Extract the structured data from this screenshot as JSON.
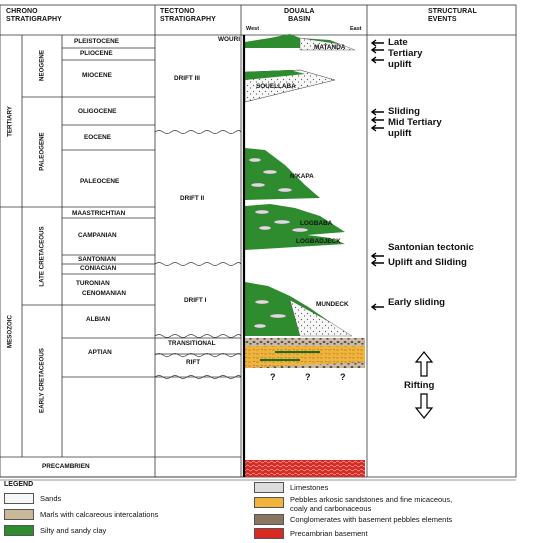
{
  "headers": {
    "chrono": [
      "CHRONO",
      "STRATIGRAPHY"
    ],
    "tectono": [
      "TECTONO",
      "STRATIGRAPHY"
    ],
    "basin": [
      "DOUALA",
      "BASIN"
    ],
    "basin_west": "West",
    "basin_east": "East",
    "structural": [
      "STRUCTURAL",
      "EVENTS"
    ]
  },
  "eras": {
    "tertiary": "TERTIARY",
    "mesozoic": "MESOZOIC"
  },
  "periods": {
    "neogene": "NEOGENE",
    "paleogene": "PALEOGENE",
    "late_cretaceous": "LATE CRETACEOUS",
    "early_cretaceous": "EARLY CRETACEOUS"
  },
  "stages": [
    "PLEISTOCENE",
    "PLIOCENE",
    "MIOCENE",
    "OLIGOCENE",
    "EOCENE",
    "PALEOCENE",
    "MAASTRICHTIAN",
    "CAMPANIAN",
    "SANTONIAN",
    "CONIACIAN",
    "TURONIAN",
    "CENOMANIAN",
    "ALBIAN",
    "APTIAN",
    "PRECAMBRIEN"
  ],
  "tectono": [
    "DRIFT III",
    "DRIFT II",
    "DRIFT I",
    "TRANSITIONAL",
    "RIFT"
  ],
  "formations": [
    "WOURI",
    "MATANDA",
    "SOUELLABA",
    "N'KAPA",
    "LOGBABA",
    "LOGBADJECK",
    "MUNDECK"
  ],
  "unknown_marks": [
    "?",
    "?",
    "?"
  ],
  "events": [
    [
      "Late",
      "Tertiary",
      "uplift"
    ],
    [
      "Sliding",
      "Mid Tertiary",
      "uplift"
    ],
    [
      "Santonian tectonic"
    ],
    [
      "Uplift and Sliding"
    ],
    [
      "Early sliding"
    ],
    [
      "Rifting"
    ]
  ],
  "legend": {
    "title": "LEGEND",
    "items": [
      {
        "label": "Sands",
        "color": "#f4f4f4"
      },
      {
        "label": "Marls with calcareous intercalations",
        "color": "#c9b89a"
      },
      {
        "label": "Silty and sandy clay",
        "color": "#2e8b2e"
      },
      {
        "label": "Limestones",
        "color": "#dcdcdc"
      },
      {
        "label": "Pebbles arkosic sandstones and fine micaceous,",
        "label2": "coaly and carbonaceous",
        "color": "#f0b43c"
      },
      {
        "label": "Conglomerates with basement pebbles elements",
        "color": "#8a7560"
      },
      {
        "label": "Precambrian basement",
        "color": "#d62a22"
      }
    ]
  }
}
